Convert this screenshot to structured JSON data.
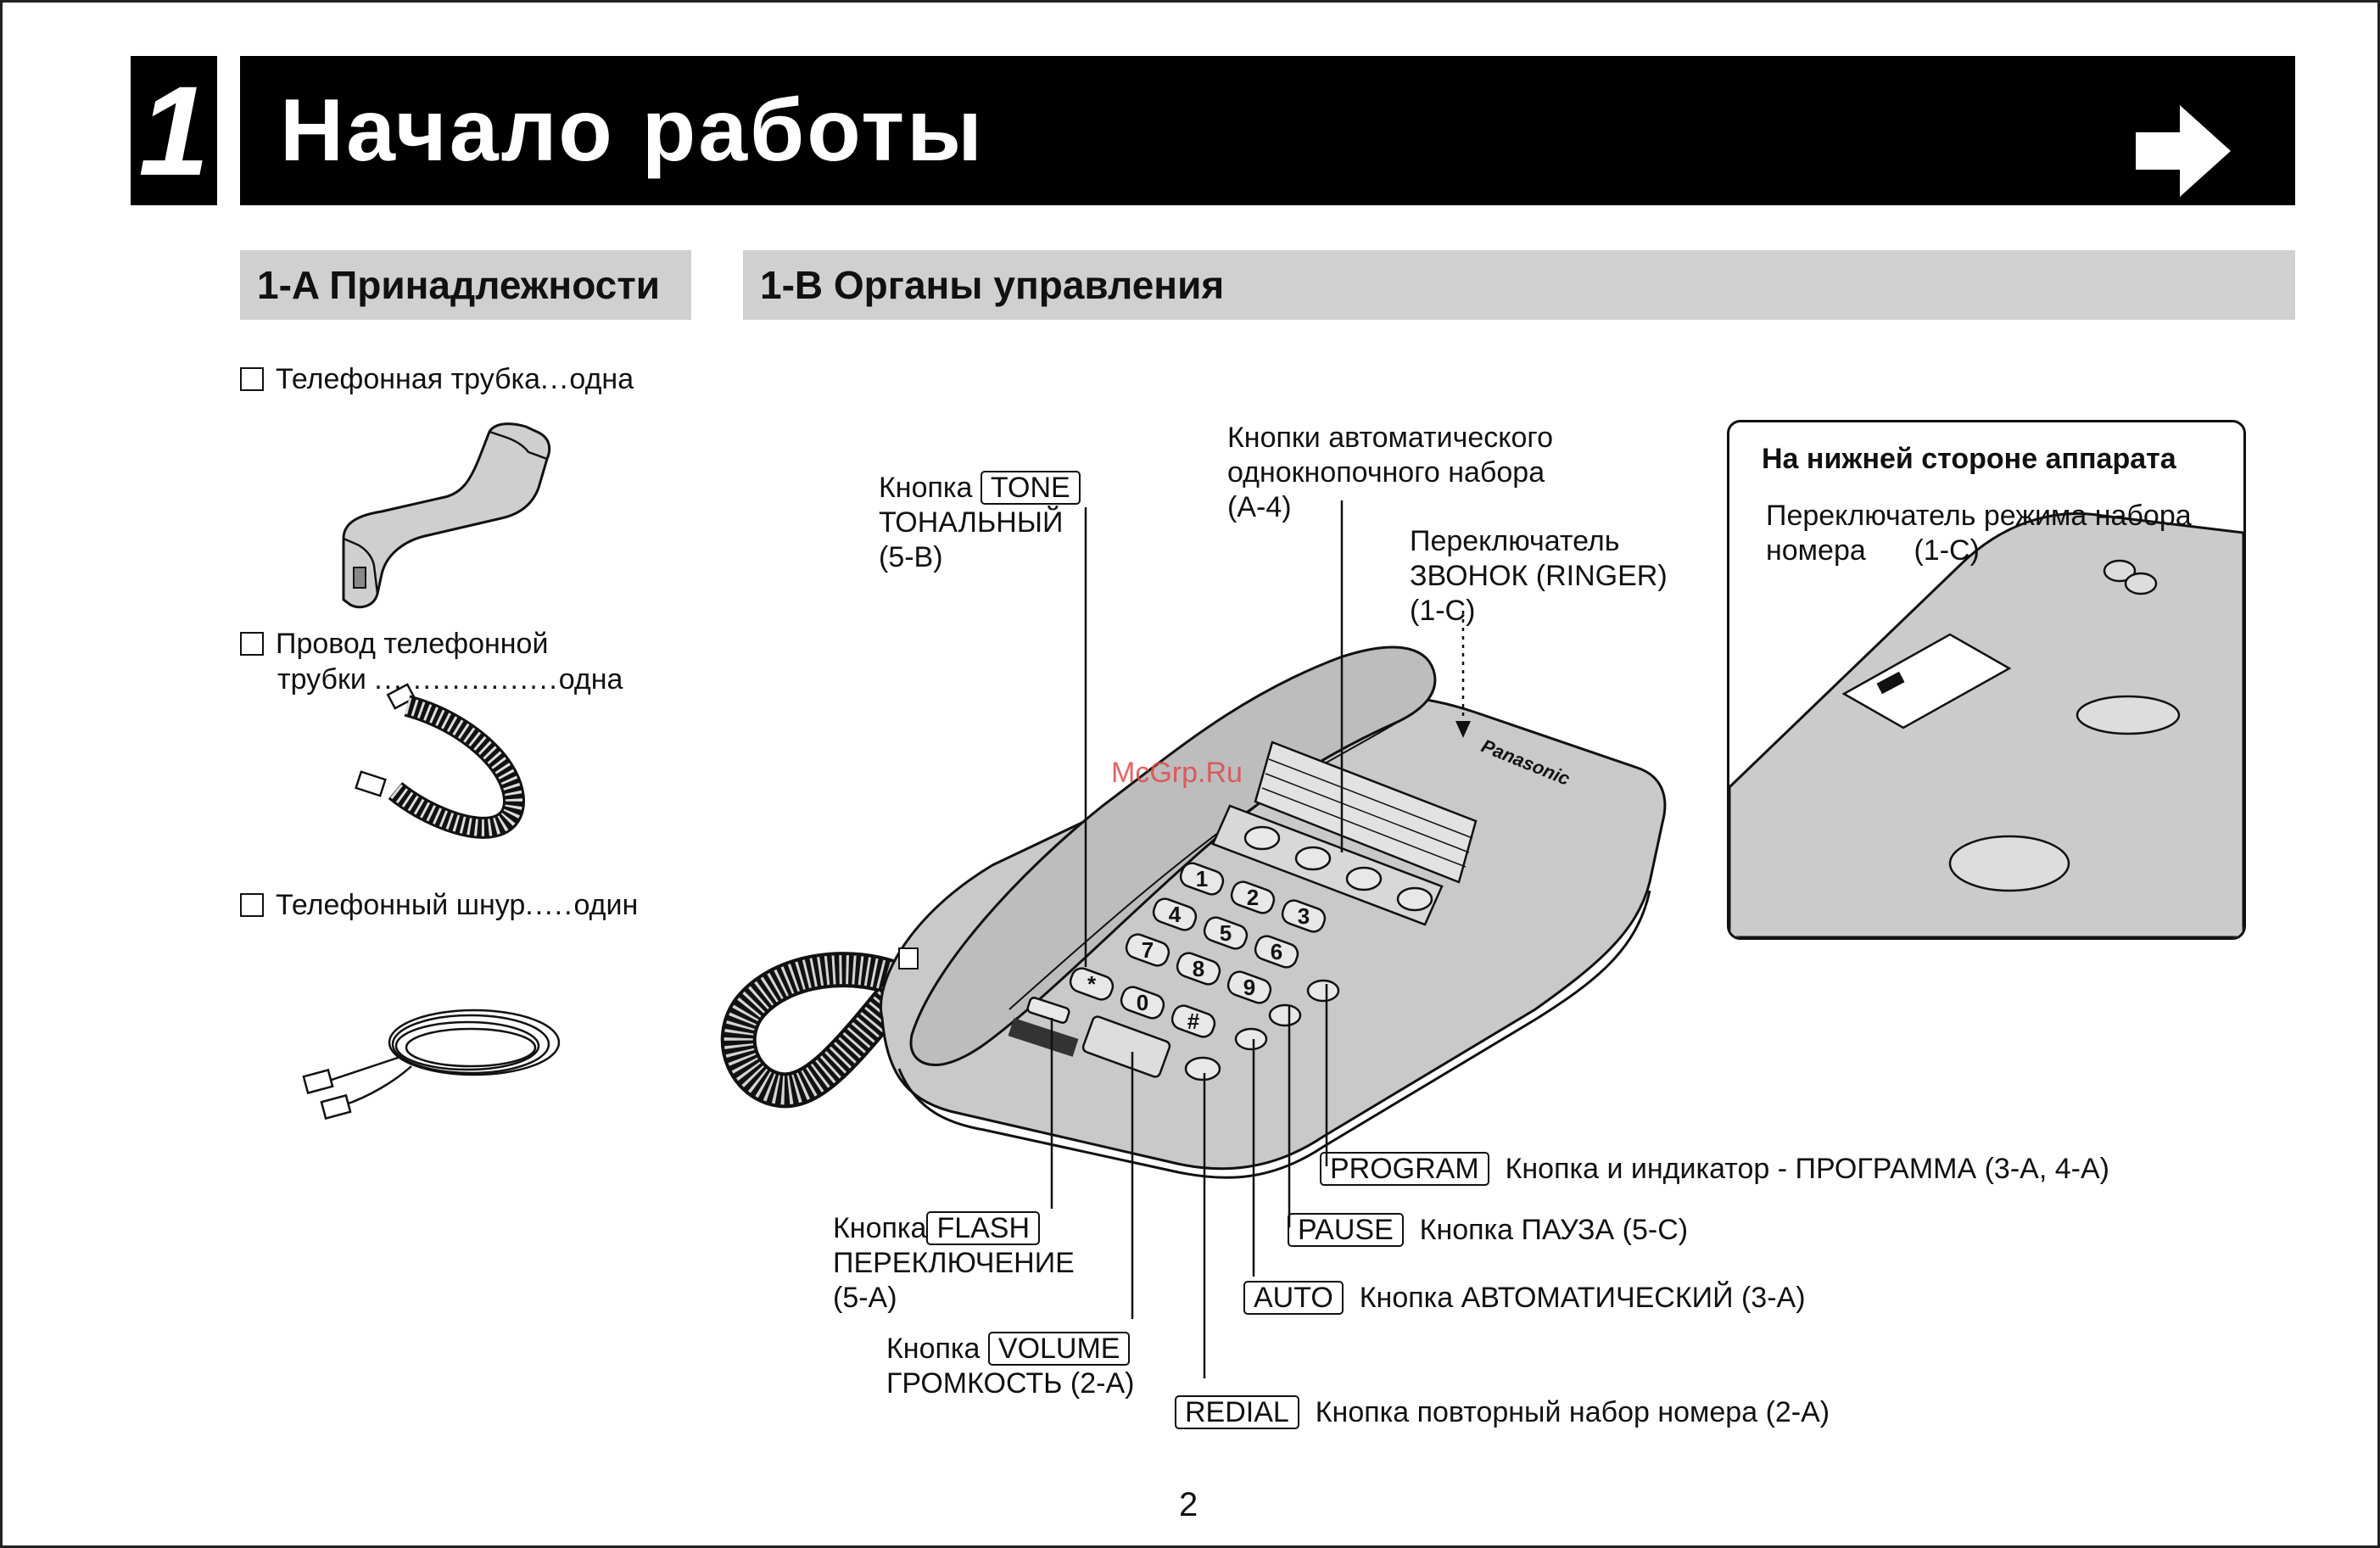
{
  "header": {
    "chapter_number": "1",
    "title": "Начало работы"
  },
  "sections": {
    "accessories_title": "1-A Принадлежности",
    "controls_title": "1-B Органы управления"
  },
  "accessories": [
    {
      "name": "Телефонная трубка",
      "dots": "...",
      "qty": "одна"
    },
    {
      "name_line1": "Провод телефонной",
      "name_line2": "трубки",
      "dots": "...................",
      "qty": "одна"
    },
    {
      "name": "Телефонный шнур",
      "dots": ".....",
      "qty": "один"
    }
  ],
  "labels": {
    "tone": {
      "prefix": "Кнопка",
      "key": "TONE",
      "line2": "ТОНАЛЬНЫЙ",
      "line3": "(5-B)"
    },
    "autodial": {
      "line1": "Кнопки автоматического",
      "line2": "однокнопочного набора",
      "line3": "(A-4)"
    },
    "ringer": {
      "line1": "Переключатель",
      "line2": "ЗВОНОК (RINGER)",
      "line3": "(1-C)"
    },
    "flash": {
      "prefix": "Кнопка",
      "key": "FLASH",
      "line2": "ПЕРЕКЛЮЧЕНИЕ",
      "line3": "(5-A)"
    },
    "volume": {
      "prefix": "Кнопка",
      "key": "VOLUME",
      "line2": "ГРОМКОСТЬ (2-A)"
    },
    "program": {
      "key": "PROGRAM",
      "text": "Кнопка и индикатор - ПРОГРАММА (3-A, 4-A)"
    },
    "pause": {
      "key": "PAUSE",
      "text": "Кнопка ПАУЗА (5-C)"
    },
    "auto": {
      "key": "AUTO",
      "text": "Кнопка АВТОМАТИЧЕСКИЙ (3-A)"
    },
    "redial": {
      "key": "REDIAL",
      "text": "Кнопка повторный набор номера (2-A)"
    }
  },
  "bottom_view": {
    "title": "На нижней стороне аппарата",
    "line1": "Переключатель режима набора",
    "line2": "номера",
    "ref": "(1-C)"
  },
  "phone_labels": {
    "brand": "Panasonic",
    "keys": [
      "1",
      "2",
      "3",
      "4",
      "5",
      "6",
      "7",
      "8",
      "9",
      "*",
      "0",
      "#"
    ]
  },
  "watermark": "McGrp.Ru",
  "page_number": "2"
}
